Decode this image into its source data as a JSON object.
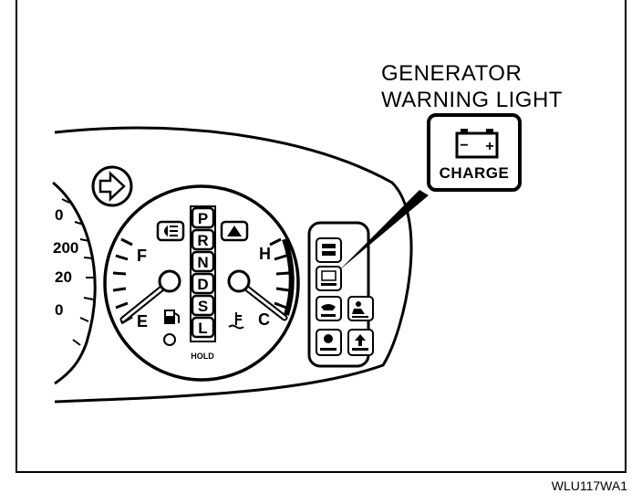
{
  "callout": {
    "line1": "GENERATOR",
    "line2": "WARNING LIGHT"
  },
  "charge_indicator": {
    "label": "CHARGE",
    "minus": "−",
    "plus": "+"
  },
  "fuel_gauge": {
    "full": "F",
    "empty": "E"
  },
  "temp_gauge": {
    "hot": "H",
    "cold": "C"
  },
  "shift_positions": [
    "P",
    "R",
    "N",
    "D",
    "S",
    "L"
  ],
  "hold_label": "HOLD",
  "speedo_ticks": [
    "0",
    "200",
    "20",
    "0"
  ],
  "figure_code": "WLU117WA1"
}
